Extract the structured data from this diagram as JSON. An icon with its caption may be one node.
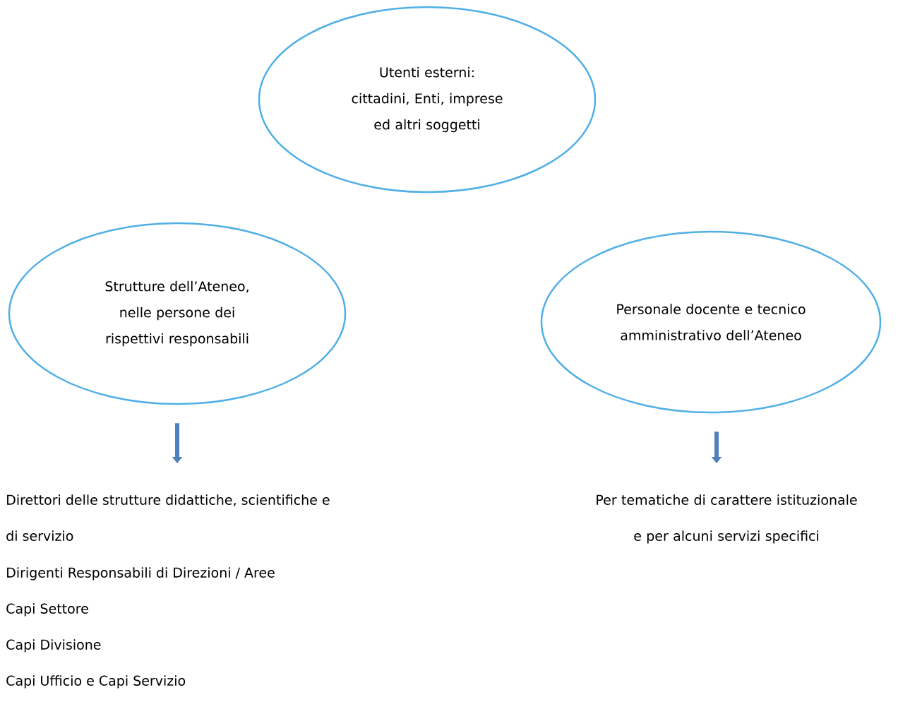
{
  "diagram": {
    "nodes": [
      {
        "text": [
          "Utenti esterni: cittadini, Enti, imprese ed altri soggetti"
        ]
      },
      {
        "text": [
          "Strutture dell’Ateneo, nelle persone dei rispettivi responsabili"
        ]
      },
      {
        "text": [
          "Personale docente e tecnico amministrativo dell’Ateneo"
        ]
      },
      {
        "text": [
          "Direttori delle strutture didattiche, scientifiche e di servizio",
          "Dirigenti Responsabili di Direzioni / Aree",
          "Capi Settore",
          "Capi Divisione",
          "Capi Ufficio e Capi Servizio"
        ]
      },
      {
        "text": [
          "Per tematiche di carattere istituzionale e per alcuni servizi specifici"
        ]
      }
    ],
    "edges": [
      {
        "from": 1,
        "to": 3,
        "arrow": "to"
      },
      {
        "from": 2,
        "to": 4,
        "arrow": "to"
      }
    ]
  }
}
